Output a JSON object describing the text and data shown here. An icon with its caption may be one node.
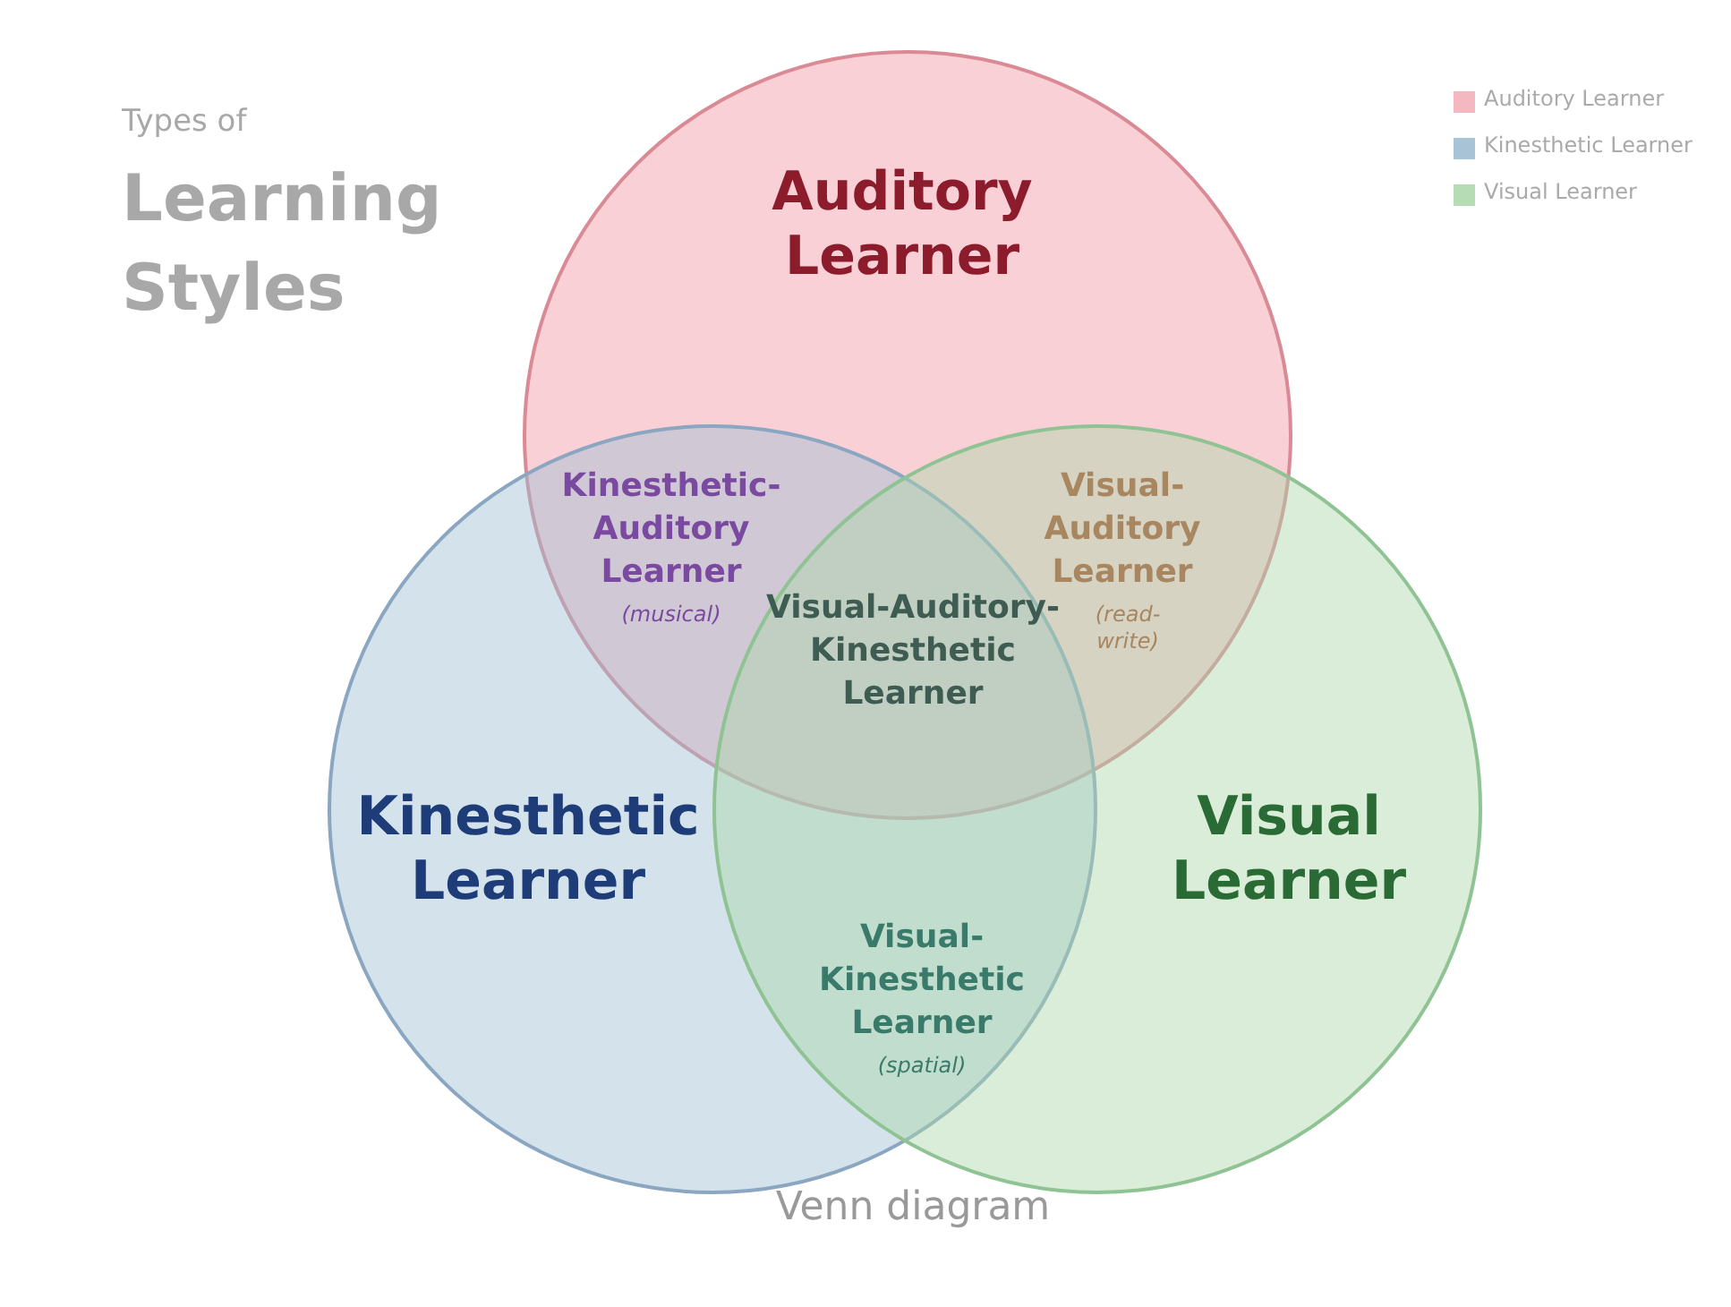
{
  "diagram": {
    "title": "Types of **Learning Styles**",
    "caption": "Venn diagram",
    "nodes": [
      {
        "text": [
          "Auditory Learner"
        ]
      },
      {
        "text": [
          "Kinesthetic Learner"
        ]
      },
      {
        "text": [
          "Visual Learner"
        ]
      }
    ],
    "edges": [],
    "labels": [
      "Kinesthetic-Auditory Learner",
      "(musical)",
      "Visual-Auditory Learner",
      "(read-write)",
      "Visual-Auditory-Kinesthetic Learner",
      "Visual-Kinesthetic Learner",
      "(spatial)"
    ],
    "legend": [
      {
        "text": "Auditory Learner",
        "color": "#f4b8c0"
      },
      {
        "text": "Kinesthetic Learner",
        "color": "#a9c3d6"
      },
      {
        "text": "Visual Learner",
        "color": "#b5dcb5"
      }
    ]
  }
}
